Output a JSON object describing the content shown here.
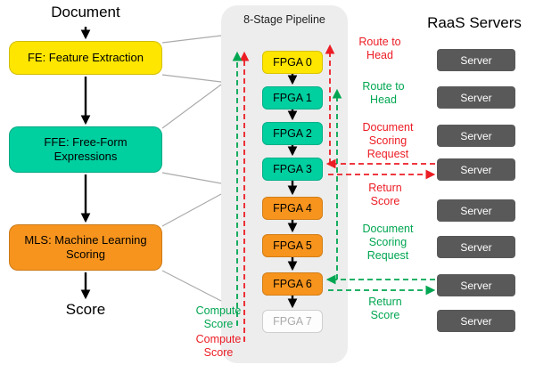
{
  "left_flow": {
    "input_label": "Document",
    "output_label": "Score",
    "stages": [
      {
        "label": "FE: Feature Extraction",
        "color": "#FFE600"
      },
      {
        "label": "FFE: Free-Form Expressions",
        "color": "#00CFA0"
      },
      {
        "label": "MLS: Machine Learning Scoring",
        "color": "#F7941D"
      }
    ]
  },
  "pipeline": {
    "title": "8-Stage Pipeline",
    "stages": [
      {
        "label": "FPGA 0",
        "color": "#FFE600"
      },
      {
        "label": "FPGA 1",
        "color": "#00CFA0"
      },
      {
        "label": "FPGA 2",
        "color": "#00CFA0"
      },
      {
        "label": "FPGA 3",
        "color": "#00CFA0"
      },
      {
        "label": "FPGA 4",
        "color": "#F7941D"
      },
      {
        "label": "FPGA 5",
        "color": "#F7941D"
      },
      {
        "label": "FPGA 6",
        "color": "#F7941D"
      },
      {
        "label": "FPGA 7",
        "color": "#FFFFFF"
      }
    ]
  },
  "servers": {
    "title": "RaaS Servers",
    "items": [
      {
        "label": "Server"
      },
      {
        "label": "Server"
      },
      {
        "label": "Server"
      },
      {
        "label": "Server"
      },
      {
        "label": "Server"
      },
      {
        "label": "Server"
      },
      {
        "label": "Server"
      },
      {
        "label": "Server"
      }
    ]
  },
  "annotations": {
    "route_to_head_red": "Route to Head",
    "route_to_head_green": "Route to Head",
    "doc_scoring_request_red": "Document Scoring Request",
    "return_score_red": "Return Score",
    "doc_scoring_request_green": "Document Scoring Request",
    "return_score_green": "Return Score",
    "compute_score_green": "Compute Score",
    "compute_score_red": "Compute Score"
  },
  "colors": {
    "yellow": "#FFE600",
    "teal": "#00CFA0",
    "orange": "#F7941D",
    "server_gray": "#595959",
    "red": "#EC1C24",
    "green": "#00A651",
    "pipeline_background": "#EDEDED"
  }
}
